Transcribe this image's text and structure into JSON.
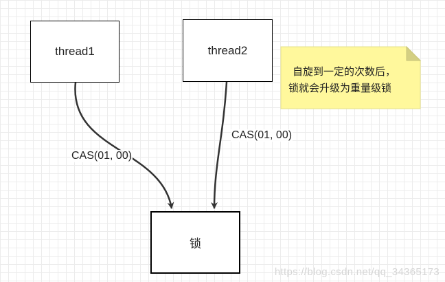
{
  "nodes": {
    "thread1": "thread1",
    "thread2": "thread2",
    "lock": "锁"
  },
  "edges": [
    {
      "from": "thread1",
      "to": "lock",
      "label": "CAS(01, 00)"
    },
    {
      "from": "thread2",
      "to": "lock",
      "label": "CAS(01, 00)"
    }
  ],
  "note": {
    "line1": "自旋到一定的次数后，",
    "line2": "锁就会升级为重量级锁"
  },
  "watermark": "https://blog.csdn.net/qq_34365173",
  "colors": {
    "note_fill": "#fff89c",
    "note_fold": "#d4cf82",
    "edge": "#333333"
  }
}
